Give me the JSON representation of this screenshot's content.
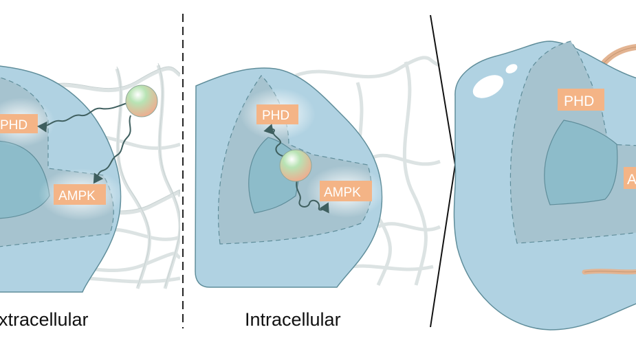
{
  "captions": {
    "extracellular": "xtracellular",
    "intracellular": "Intracellular"
  },
  "labels": {
    "left_phd": "PHD",
    "left_ampk": "AMPK",
    "mid_phd": "PHD",
    "mid_ampk": "AMPK",
    "right_phd": "PHD",
    "right_ampk_partial": "A"
  },
  "colors": {
    "cell": "#b0d2e2",
    "cell_stroke": "#5f8d9a",
    "section": "#a6c3cf",
    "nucleus": "#8dbcca",
    "enzyme_box": "#f4b486",
    "arrow": "#3f5f5f",
    "fiber": "#dce3e3",
    "fiber_right": "#e3b492",
    "ball_top": "#9ed6a5",
    "ball_bottom": "#f2a98c"
  },
  "icons": {
    "molecule": "sphere-molecule-icon",
    "divider": "dashed-divider",
    "chevron": "chevron-right-icon"
  }
}
